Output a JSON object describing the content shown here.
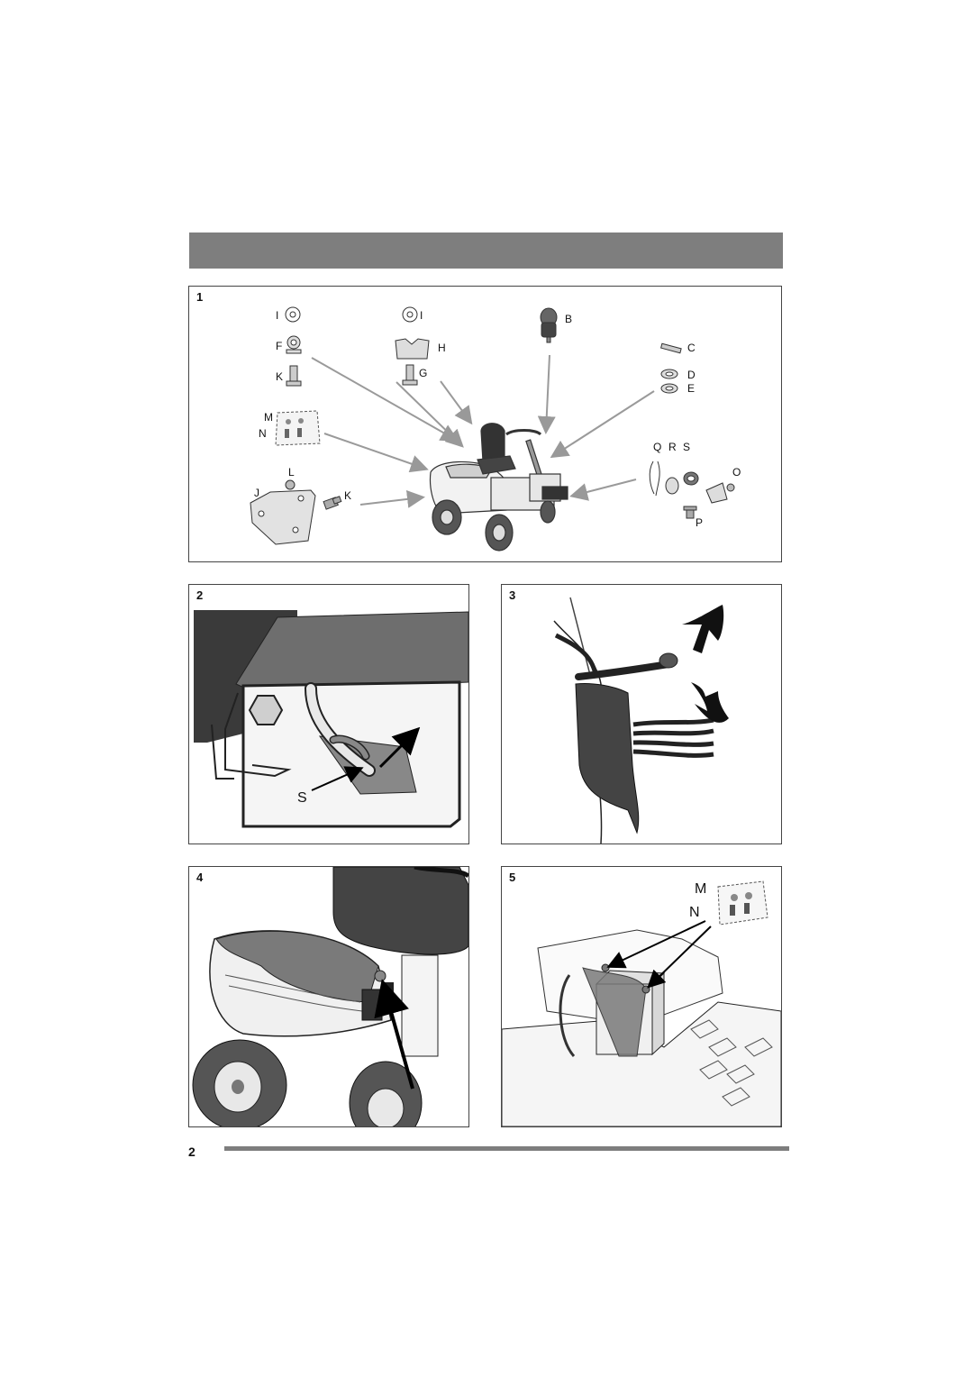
{
  "figures": [
    {
      "number": "1",
      "parts": {
        "I": "I",
        "I2": "I",
        "B": "B",
        "F": "F",
        "H": "H",
        "C": "C",
        "K": "K",
        "G": "G",
        "D": "D",
        "E": "E",
        "M": "M",
        "N": "N",
        "Q": "Q",
        "R": "R",
        "S": "S",
        "L": "L",
        "O": "O",
        "J": "J",
        "K2": "K",
        "P": "P"
      }
    },
    {
      "number": "2",
      "label_s": "S"
    },
    {
      "number": "3"
    },
    {
      "number": "4"
    },
    {
      "number": "5",
      "label_m": "M",
      "label_n": "N"
    }
  ],
  "footer": {
    "page_number": "2"
  }
}
